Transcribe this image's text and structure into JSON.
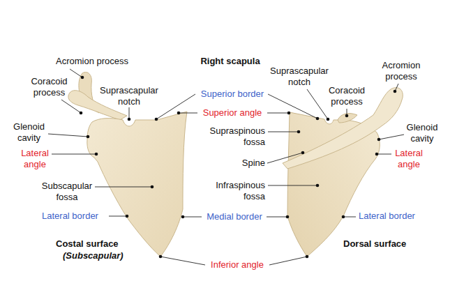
{
  "diagram": {
    "title": "Right scapula",
    "labels": [
      "Acromion process",
      "Coracoid process",
      "Suprascapular notch",
      "Glenoid cavity",
      "Lateral angle",
      "Subscapular fossa",
      "Lateral border",
      "Costal surface",
      "(Subscapular)",
      "Superior border",
      "Superior angle",
      "Supraspinous fossa",
      "Spine",
      "Infraspinous fossa",
      "Medial border",
      "Inferior angle",
      "Suprascapular notch",
      "Coracoid process",
      "Acromion process",
      "Glenoid cavity",
      "Lateral angle",
      "Lateral border",
      "Dorsal surface"
    ]
  }
}
